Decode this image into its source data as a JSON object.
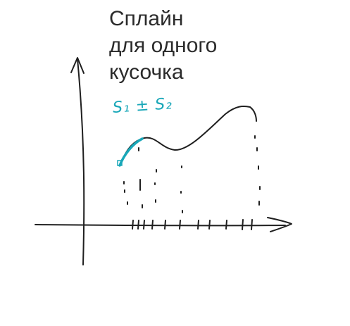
{
  "title": {
    "lines": [
      "Сплайн",
      "для одного",
      "кусочка"
    ]
  },
  "annotation": {
    "text": "S₁ ± S₂",
    "color": "#19a7b8"
  },
  "colors": {
    "ink": "#1f1f1f",
    "accent": "#19a7b8"
  }
}
